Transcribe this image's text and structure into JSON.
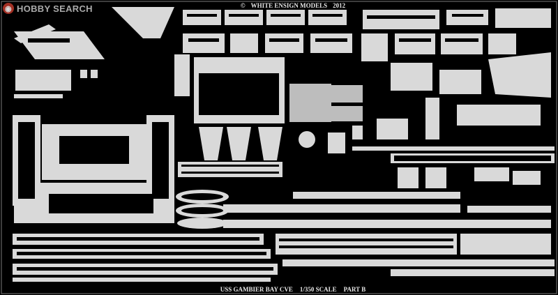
{
  "watermark": {
    "text": "HOBBY SEARCH",
    "logo": "hobby-search-logo"
  },
  "header": {
    "copyright": "©",
    "maker": "WHITE ENSIGN MODELS",
    "year": "2012"
  },
  "footer": {
    "product": "USS GAMBIER BAY CVE",
    "scale": "1/350 SCALE",
    "part": "PART B"
  },
  "colors": {
    "background": "#000000",
    "etch": "#d9d9d9"
  }
}
